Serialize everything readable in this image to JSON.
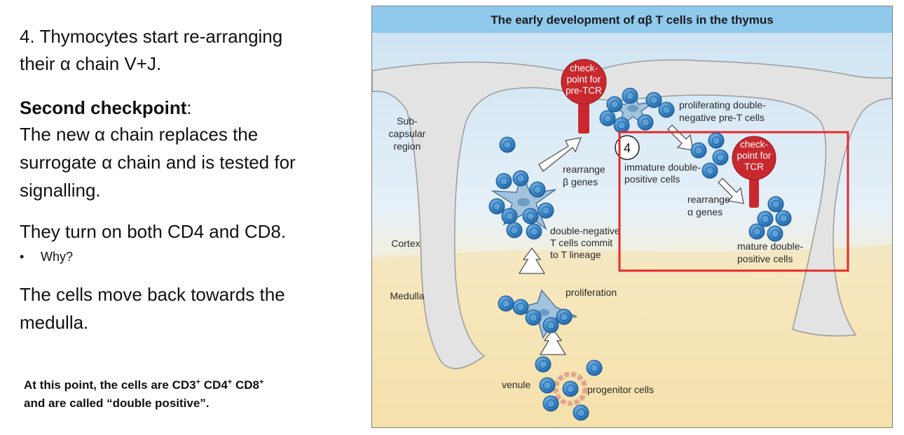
{
  "slide": {
    "step_heading": [
      "4. Thymocytes start re-arranging",
      "their α chain V+J."
    ],
    "checkpoint_title": "Second checkpoint",
    "checkpoint_colon": ":",
    "checkpoint_body": [
      "The new α chain replaces the",
      "surrogate α chain and is tested for",
      "signalling."
    ],
    "cd_line": "They turn on both CD4 and CD8.",
    "bullet": "Why?",
    "move_text": [
      "The cells move back towards the",
      "medulla."
    ],
    "note": {
      "line1_prefix": "At this point, the cells are CD3",
      "sup": "+",
      "cd4": " CD4",
      "cd8": " CD8",
      "line2": "and are called “double positive”."
    }
  },
  "figure": {
    "title": "The early development of αβ T cells in the thymus",
    "regions": {
      "subcapsular": [
        "Sub-",
        "capsular",
        "region"
      ],
      "cortex": "Cortex",
      "medulla": "Medulla"
    },
    "labels": {
      "venule": "venule",
      "progenitor": "progenitor cells",
      "proliferation": "proliferation",
      "dn_commit": [
        "double-negative",
        "T cells commit",
        "to T lineage"
      ],
      "rearrange_beta": [
        "rearrange",
        "β genes"
      ],
      "checkpoint_pretcr": [
        "check-",
        "point for",
        "pre-TCR"
      ],
      "proliferating_dn": [
        "proliferating double-",
        "negative pre-T cells"
      ],
      "step_number": "4",
      "immature_dp": [
        "immature double-",
        "positive cells"
      ],
      "checkpoint_tcr": [
        "check-",
        "point for",
        "TCR"
      ],
      "rearrange_alpha": [
        "rearrange",
        "α genes"
      ],
      "mature_dp": [
        "mature double-",
        "positive cells"
      ]
    },
    "colors": {
      "header": "#8fc9ec",
      "cortex": "#dbeaf6",
      "medulla": "#f4e3b6",
      "stroma": "#e3e3e3",
      "cell": "#2f7ec3",
      "checkpoint": "#c9292e",
      "highlight": "#e22b2b"
    }
  }
}
